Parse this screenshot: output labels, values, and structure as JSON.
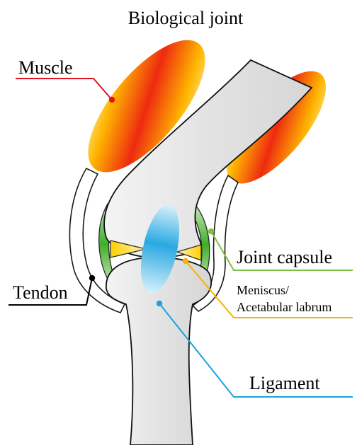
{
  "title": "Biological joint",
  "labels": {
    "muscle": "Muscle",
    "tendon": "Tendon",
    "joint_capsule": "Joint capsule",
    "meniscus_line1": "Meniscus/",
    "meniscus_line2": "Acetabular labrum",
    "ligament": "Ligament"
  },
  "colors": {
    "muscle_leader": "#e8141b",
    "tendon_leader": "#000000",
    "capsule_leader": "#7ac143",
    "meniscus_leader": "#f5b400",
    "ligament_leader": "#1aa3dc",
    "bone_fill": "#e6e6e6",
    "capsule": "#3fae29",
    "meniscus": "#f7c400",
    "ligament": "#29a9e1"
  }
}
